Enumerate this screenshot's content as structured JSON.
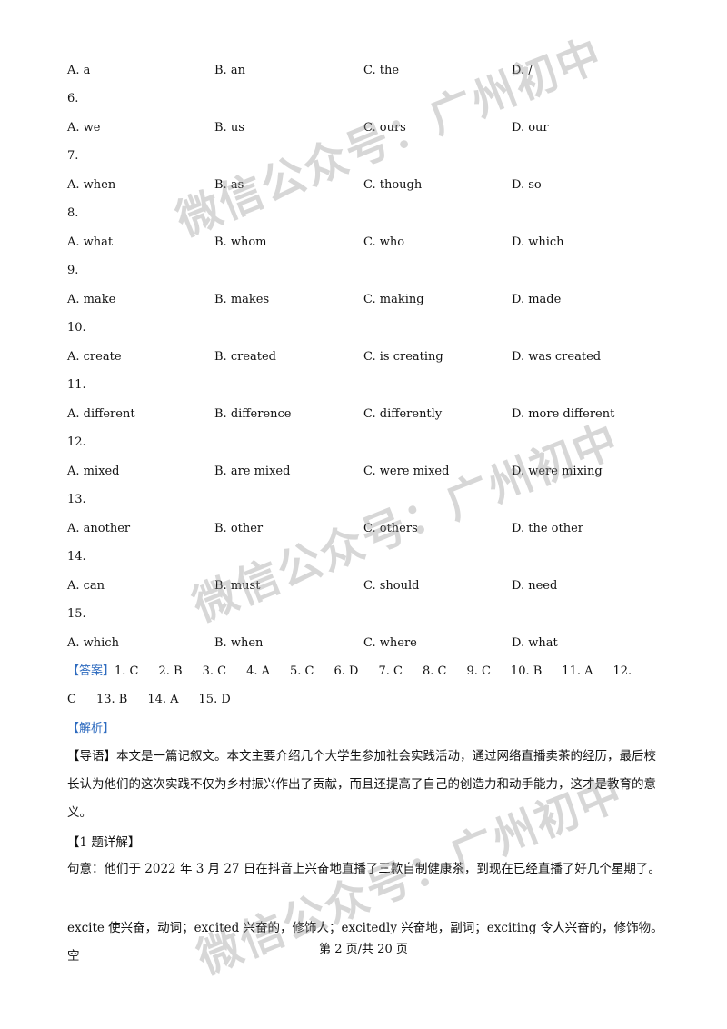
{
  "options_rows": [
    {
      "num": "",
      "a": "A. a",
      "b": "B. an",
      "c": "C. the",
      "d": "D. /"
    },
    {
      "num": "6.",
      "a": "A. we",
      "b": "B. us",
      "c": "C. ours",
      "d": "D. our"
    },
    {
      "num": "7.",
      "a": "A. when",
      "b": "B. as",
      "c": "C. though",
      "d": "D. so"
    },
    {
      "num": "8.",
      "a": "A. what",
      "b": "B. whom",
      "c": "C. who",
      "d": "D. which"
    },
    {
      "num": "9.",
      "a": "A. make",
      "b": "B. makes",
      "c": "C. making",
      "d": "D. made"
    },
    {
      "num": "10.",
      "a": "A. create",
      "b": "B. created",
      "c": "C. is creating",
      "d": "D. was created"
    },
    {
      "num": "11.",
      "a": "A. different",
      "b": "B. difference",
      "c": "C. differently",
      "d": "D. more different"
    },
    {
      "num": "12.",
      "a": "A. mixed",
      "b": "B. are mixed",
      "c": "C. were mixed",
      "d": "D. were mixing"
    },
    {
      "num": "13.",
      "a": "A. another",
      "b": "B. other",
      "c": "C. others",
      "d": "D. the other"
    },
    {
      "num": "14.",
      "a": "A. can",
      "b": "B. must",
      "c": "C. should",
      "d": "D. need"
    },
    {
      "num": "15.",
      "a": "A. which",
      "b": "B. when",
      "c": "C. where",
      "d": "D. what"
    }
  ],
  "answer": {
    "label": "【答案】",
    "line1": [
      "1. C",
      "2. B",
      "3. C",
      "4. A",
      "5. C",
      "6. D",
      "7. C",
      "8. C",
      "9. C",
      "10. B",
      "11. A",
      "12."
    ],
    "line2": [
      "C",
      "13. B",
      "14. A",
      "15. D"
    ]
  },
  "analysis_label": "【解析】",
  "intro": {
    "label": "【导语】",
    "text": "本文是一篇记叙文。本文主要介绍几个大学生参加社会实践活动，通过网络直播卖茶的经历，最后校长认为他们的这次实践不仅为乡村振兴作出了贡献，而且还提高了自己的创造力和动手能力，这才是教育的意义。"
  },
  "detail_label": "【1 题详解】",
  "detail_sentence": "句意：他们于 2022 年 3 月 27 日在抖音上兴奋地直播了三款自制健康茶，到现在已经直播了好几个星期了。",
  "detail_words": "excite 使兴奋，动词；excited 兴奋的，修饰人；excitedly 兴奋地，副词；exciting 令人兴奋的，修饰物。空",
  "footer": "第 2 页/共 20 页",
  "watermark": "微信公众号：广州初中"
}
